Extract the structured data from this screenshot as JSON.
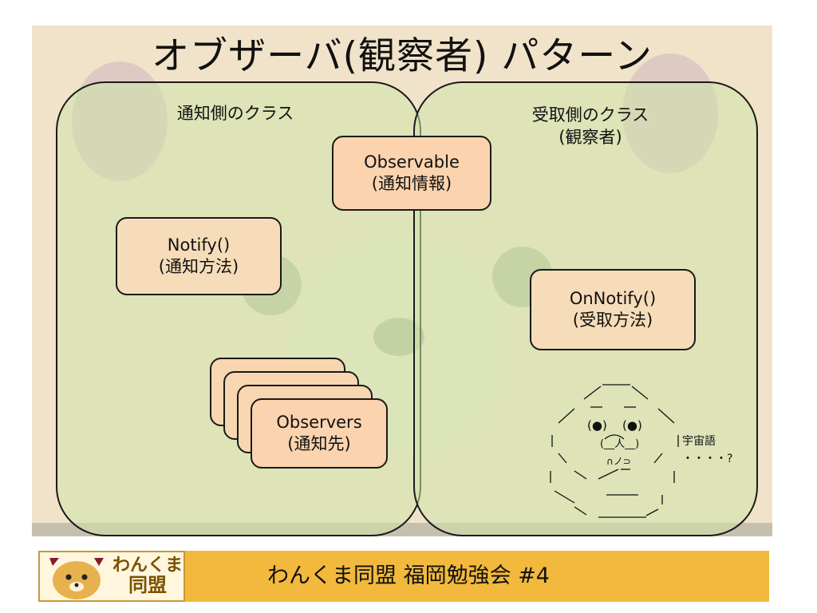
{
  "title": "オブザーバ(観察者) パターン",
  "left_panel": {
    "label": "通知側のクラス"
  },
  "right_panel": {
    "label_line1": "受取側のクラス",
    "label_line2": "(観察者)"
  },
  "observable_box": {
    "line1": "Observable",
    "line2": "(通知情報)"
  },
  "notify_box": {
    "line1": "Notify()",
    "line2": "(通知方法)"
  },
  "observers_box": {
    "line1": "Observers",
    "line2": "(通知先)"
  },
  "onnotify_box": {
    "line1": "OnNotify()",
    "line2": "(受取方法)"
  },
  "ascii_art_caption": {
    "line1": "宇宙語",
    "line2": "・・・・?"
  },
  "footer": {
    "text": "わんくま同盟 福岡勉強会 #4",
    "logo_line1": "わんくま",
    "logo_line2": "同盟"
  },
  "colors": {
    "panel_fill": "#cfe4aa",
    "box_peach": "#fbd3ae",
    "slide_bg": "#f1e3c9",
    "footer_bar": "#f3b93c"
  }
}
